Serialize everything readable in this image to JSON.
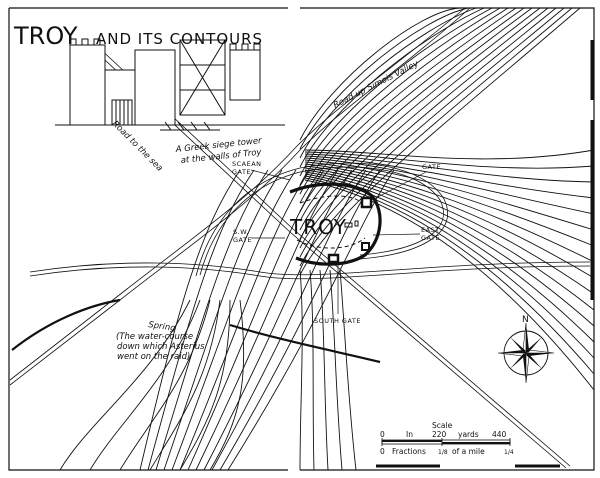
{
  "title": {
    "main": "TROY",
    "rest": "AND ITS CONTOURS"
  },
  "illustration_caption": [
    "A Greek siege tower",
    "at the walls of Troy"
  ],
  "roads": {
    "sea": "Road to the sea",
    "simois": "Road up Simois Valley"
  },
  "city_label": "TROY",
  "gates": {
    "scaean": [
      "SCAEAN",
      "GATE"
    ],
    "gate": "GATE",
    "east": [
      "EAST",
      "GATE"
    ],
    "sw": [
      "S.W.",
      "GATE"
    ],
    "south": "SOUTH GATE"
  },
  "spring": [
    "Spring",
    "(The water-course",
    "down which Asterius",
    "went on the raid)"
  ],
  "compass": {
    "north": "N"
  },
  "scale": {
    "title": "Scale",
    "yards_labels": [
      "0",
      "In",
      "220",
      "yards",
      "440"
    ],
    "mile_labels": [
      "0",
      "Fractions",
      "1/8",
      "of a mile",
      "1/4"
    ]
  },
  "colors": {
    "ink": "#111111",
    "paper": "#ffffff"
  }
}
